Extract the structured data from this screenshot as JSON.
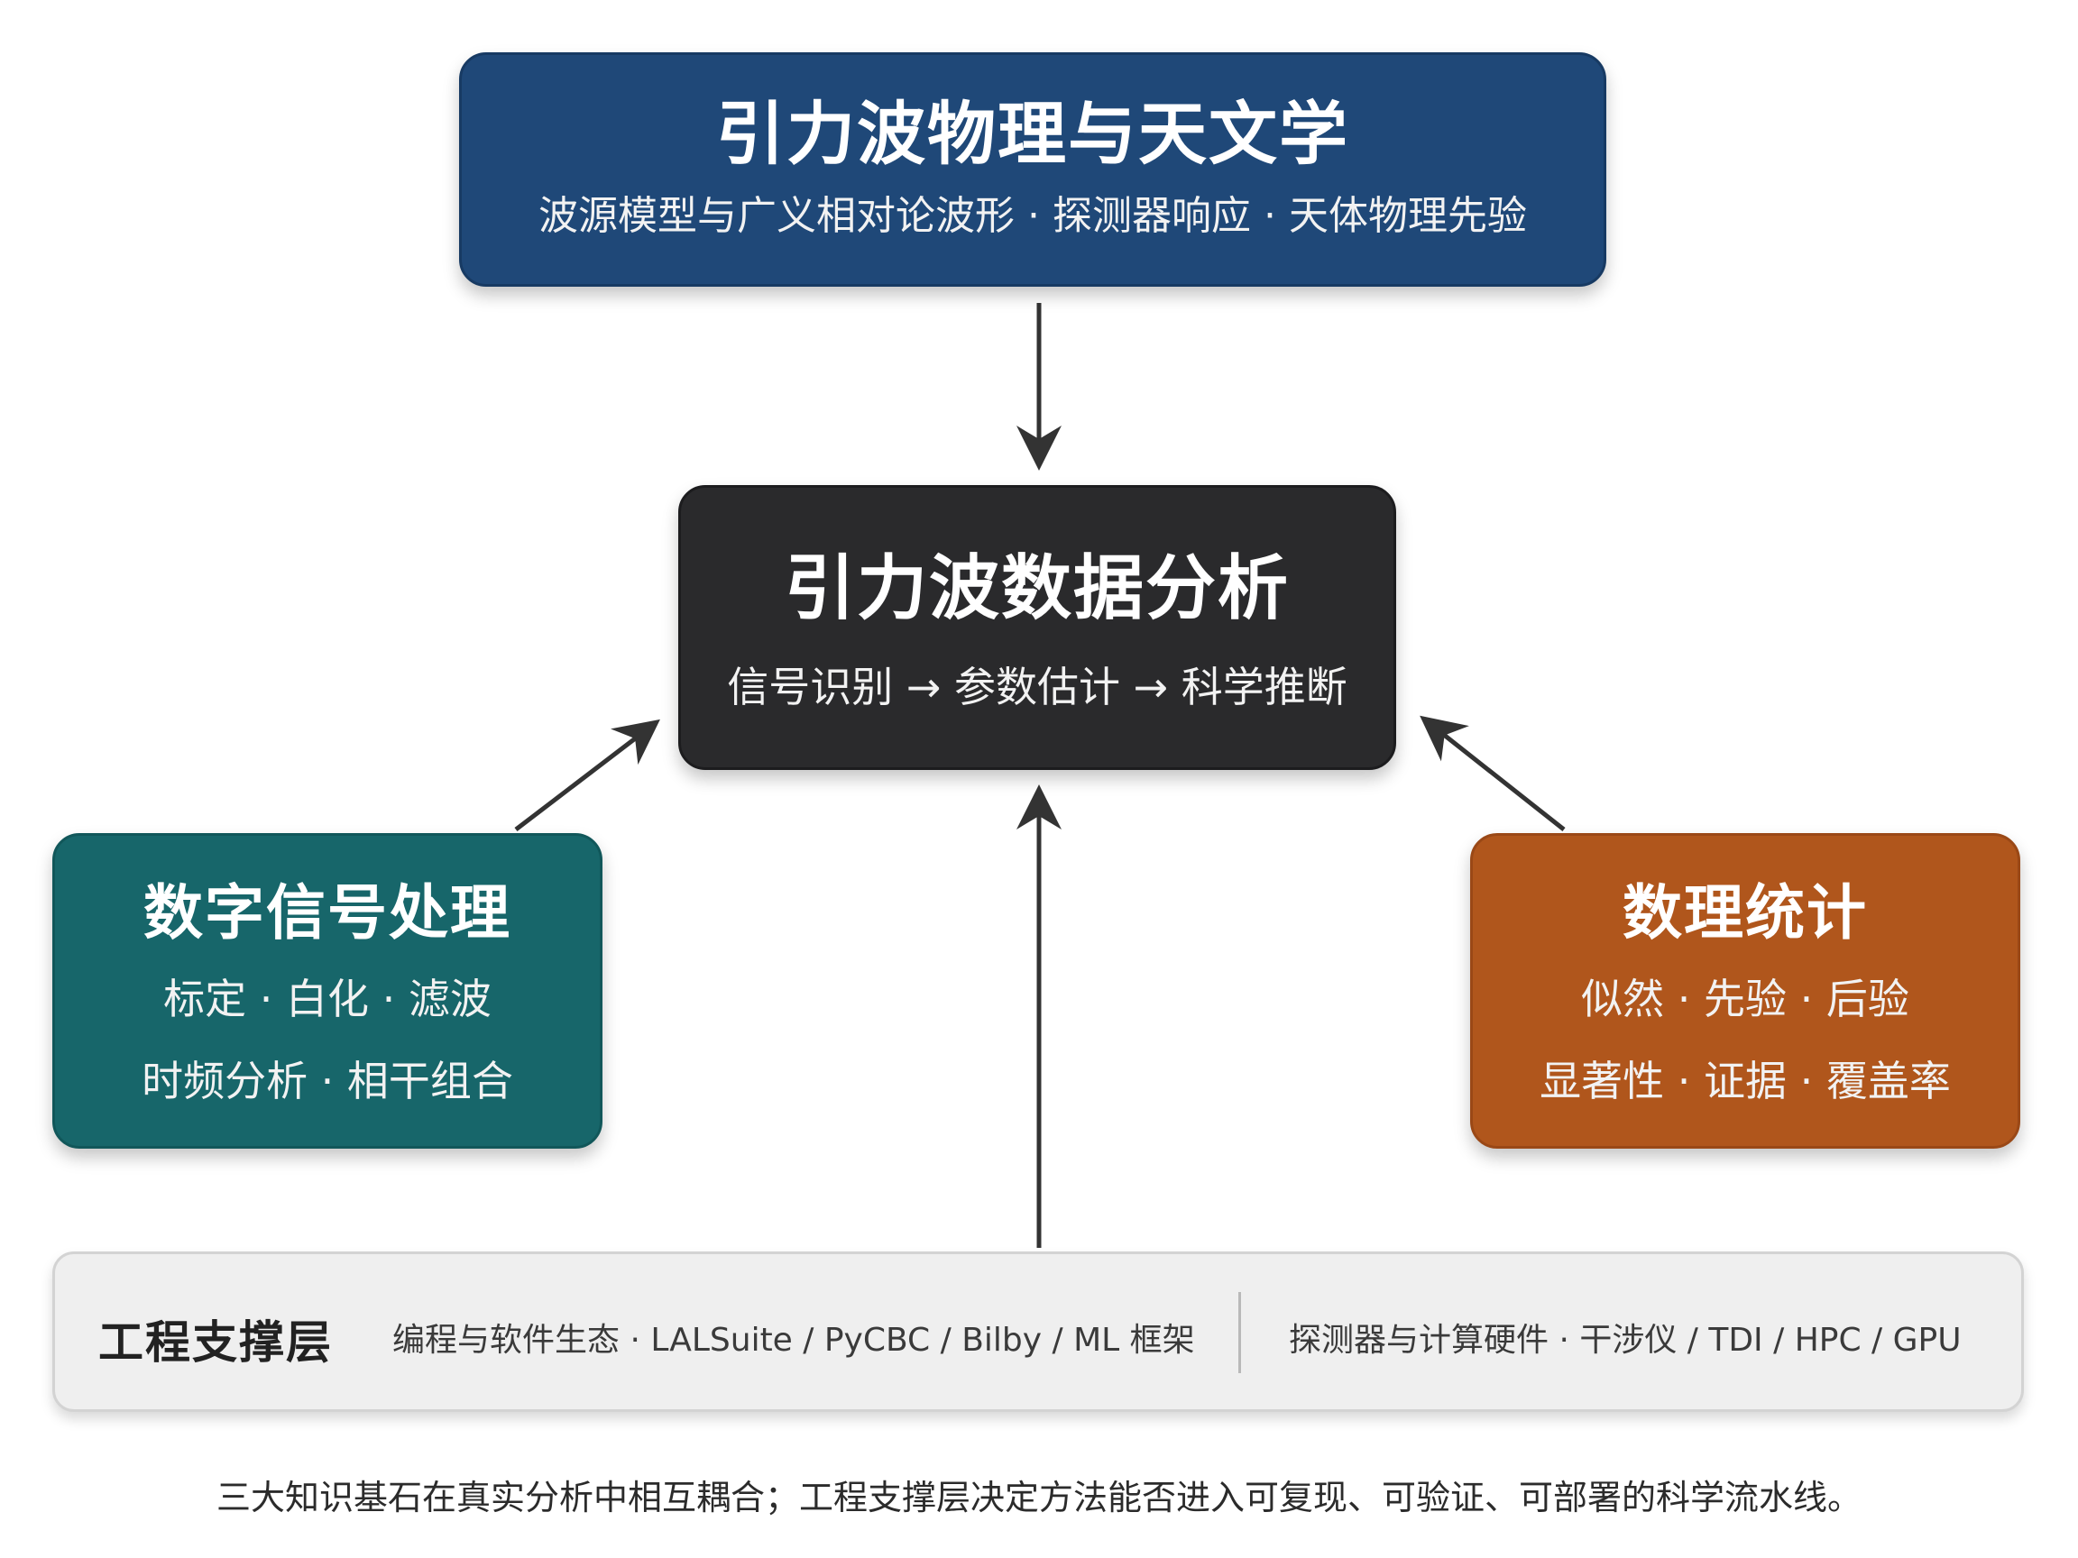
{
  "physics": {
    "title": "引力波物理与天文学",
    "subtitle": "波源模型与广义相对论波形 · 探测器响应 · 天体物理先验",
    "color": "#1f4878"
  },
  "core": {
    "title": "引力波数据分析",
    "subtitle": "信号识别 → 参数估计 → 科学推断",
    "color": "#2a2a2c"
  },
  "dsp": {
    "title": "数字信号处理",
    "line1": "标定 · 白化 · 滤波",
    "line2": "时频分析 · 相干组合",
    "color": "#17666a"
  },
  "stats": {
    "title": "数理统计",
    "line1": "似然 · 先验 · 后验",
    "line2": "显著性 · 证据 · 覆盖率",
    "color": "#b0561c"
  },
  "engineering": {
    "title": "工程支撑层",
    "software": "编程与软件生态 · LALSuite / PyCBC / Bilby / ML 框架",
    "hardware": "探测器与计算硬件 · 干涉仪 / TDI / HPC / GPU"
  },
  "caption": "三大知识基石在真实分析中相互耦合；工程支撑层决定方法能否进入可复现、可验证、可部署的科学流水线。"
}
